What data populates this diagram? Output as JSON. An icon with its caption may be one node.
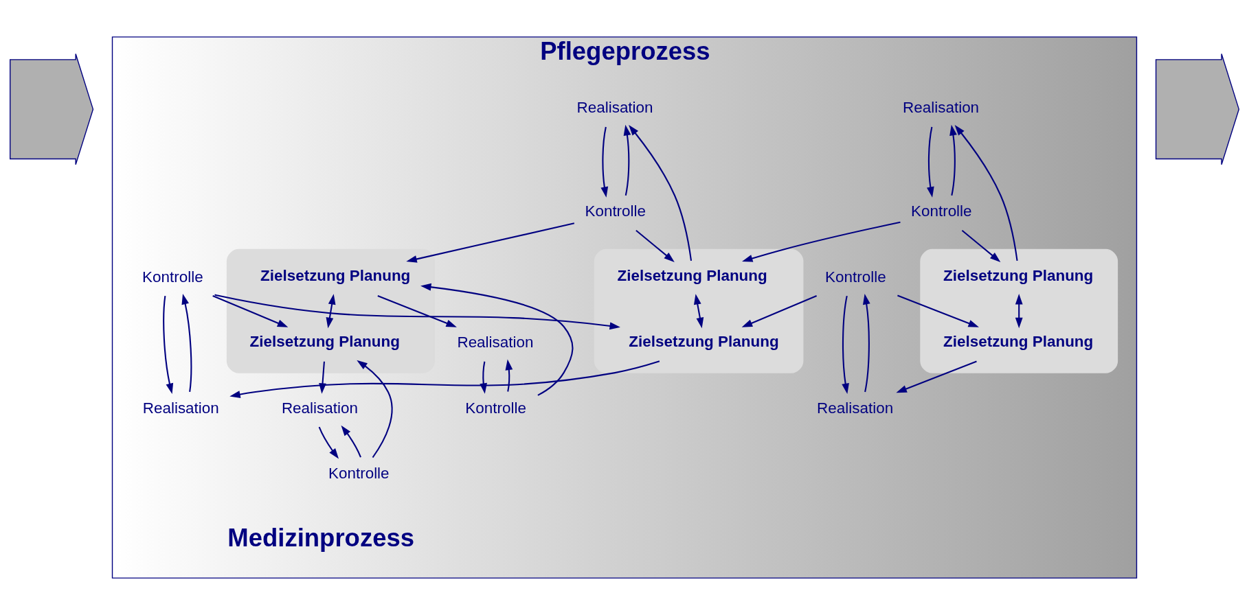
{
  "diagram": {
    "nodes": [
      {
        "text": [],
        "shape": "arrow"
      },
      {
        "text": [
          "Pflegeprozess",
          "Medizinprozess"
        ]
      },
      {
        "text": [],
        "shape": "ellipse",
        "in": 1
      },
      {
        "text": [
          "Kontrolle"
        ],
        "in": 1
      },
      {
        "text": [
          "Realisation"
        ],
        "in": 1
      },
      {
        "text": [
          "Zielsetzung Planung"
        ],
        "in": 2
      },
      {
        "text": [
          "Zielsetzung Planung"
        ],
        "in": 2
      },
      {
        "text": [
          "Kontrolle"
        ],
        "in": 1
      },
      {
        "text": [
          "Realisation"
        ],
        "in": 1
      },
      {
        "text": [],
        "shape": "ellipse",
        "in": 1
      },
      {
        "text": [
          "Kontrolle"
        ],
        "in": 1
      },
      {
        "text": [
          "Realisation"
        ],
        "in": 1
      },
      {
        "text": [
          "Zielsetzung Planung"
        ],
        "in": 9
      },
      {
        "text": [
          "Zielsetzung Planung"
        ],
        "in": 9
      },
      {
        "text": [
          "Kontrolle"
        ],
        "in": 1
      },
      {
        "text": [
          "Realisation"
        ],
        "in": 1
      },
      {
        "text": [],
        "shape": "ellipse",
        "in": 1
      },
      {
        "text": [
          "Kontrolle"
        ],
        "in": 1
      },
      {
        "text": [
          "Realisation"
        ],
        "in": 1
      },
      {
        "text": [
          "Zielsetzung Planung"
        ],
        "in": 16
      },
      {
        "text": [
          "Zielsetzung Planung"
        ],
        "in": 16
      },
      {
        "text": [
          "Kontrolle"
        ],
        "in": 1
      },
      {
        "text": [
          "Realisation"
        ],
        "in": 1
      },
      {
        "text": [],
        "shape": "arrow"
      }
    ],
    "edges": [
      {
        "from": 4,
        "to": 3,
        "arrow": "to"
      },
      {
        "from": 3,
        "to": 4,
        "arrow": "to"
      },
      {
        "from": 5,
        "to": 4,
        "arrow": "to"
      },
      {
        "from": 3,
        "to": 5,
        "arrow": "to"
      },
      {
        "from": 5,
        "to": 6,
        "arrow": "both"
      },
      {
        "from": 6,
        "to": 8,
        "arrow": "to"
      },
      {
        "from": 8,
        "to": 7,
        "arrow": "to"
      },
      {
        "from": 7,
        "to": 8,
        "arrow": "to"
      },
      {
        "from": 7,
        "to": 6,
        "arrow": "to"
      },
      {
        "from": 3,
        "to": 12,
        "arrow": "to"
      },
      {
        "from": 7,
        "to": 13,
        "arrow": "to"
      },
      {
        "from": 11,
        "to": 10,
        "arrow": "to"
      },
      {
        "from": 10,
        "to": 11,
        "arrow": "to"
      },
      {
        "from": 12,
        "to": 11,
        "arrow": "to"
      },
      {
        "from": 10,
        "to": 12,
        "arrow": "to"
      },
      {
        "from": 12,
        "to": 13,
        "arrow": "both"
      },
      {
        "from": 13,
        "to": 15,
        "arrow": "to"
      },
      {
        "from": 15,
        "to": 14,
        "arrow": "to"
      },
      {
        "from": 14,
        "to": 15,
        "arrow": "to"
      },
      {
        "from": 14,
        "to": 13,
        "arrow": "to"
      },
      {
        "from": 10,
        "to": 19,
        "arrow": "to"
      },
      {
        "from": 14,
        "to": 20,
        "arrow": "to"
      },
      {
        "from": 18,
        "to": 17,
        "arrow": "to"
      },
      {
        "from": 17,
        "to": 18,
        "arrow": "to"
      },
      {
        "from": 19,
        "to": 18,
        "arrow": "to"
      },
      {
        "from": 17,
        "to": 19,
        "arrow": "to"
      },
      {
        "from": 19,
        "to": 20,
        "arrow": "both"
      },
      {
        "from": 20,
        "to": 22,
        "arrow": "to"
      },
      {
        "from": 22,
        "to": 21,
        "arrow": "to"
      },
      {
        "from": 21,
        "to": 22,
        "arrow": "to"
      },
      {
        "from": 21,
        "to": 20,
        "arrow": "to"
      }
    ]
  }
}
